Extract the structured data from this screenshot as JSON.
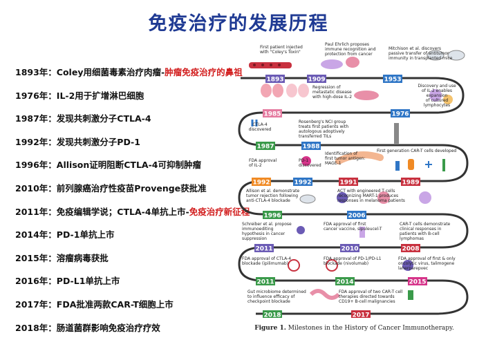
{
  "title": "免疫治疗的发展历程",
  "timeline_list": [
    {
      "text": "1893年：Coley用细菌毒素治疗肉瘤-",
      "highlight": "肿瘤免疫治疗的鼻祖"
    },
    {
      "text": "1976年：IL-2用于扩增淋巴细胞",
      "highlight": ""
    },
    {
      "text": "1987年：发现共刺激分子CTLA-4",
      "highlight": ""
    },
    {
      "text": "1992年：发现共刺激分子PD-1",
      "highlight": ""
    },
    {
      "text": "1996年：Allison证明阻断CTLA-4可抑制肿瘤",
      "highlight": ""
    },
    {
      "text": "2010年：前列腺癌治疗性疫苗Provenge获批准",
      "highlight": ""
    },
    {
      "text": "2011年：免疫编辑学说；CTLA-4单抗上市-",
      "highlight": "免疫治疗新征程"
    },
    {
      "text": "2014年：PD-1单抗上市",
      "highlight": ""
    },
    {
      "text": "2015年：溶瘤病毒获批",
      "highlight": ""
    },
    {
      "text": "2016年：PD-L1单抗上市",
      "highlight": ""
    },
    {
      "text": "2017年：FDA批准两款CAR-T细胞上市",
      "highlight": ""
    },
    {
      "text": "2018年：肠道菌群影响免疫治疗疗效",
      "highlight": ""
    }
  ],
  "figure": {
    "caption_bold": "Figure 1.",
    "caption_rest": "Milestones in the History of Cancer Immunotherapy.",
    "years": [
      "1893",
      "1909",
      "1953",
      "1976",
      "1985",
      "1987",
      "1988",
      "1989",
      "1991",
      "1992",
      "1992",
      "1996",
      "2006",
      "2008",
      "2010",
      "2011",
      "2011",
      "2014",
      "2015",
      "2017",
      "2018"
    ],
    "notes": {
      "n1893": [
        "First patient injected",
        "with \"Coley's Toxin\""
      ],
      "n1909": [
        "Paul Ehrlich proposes",
        "immune recognition and",
        "protection from cancer"
      ],
      "n1953": [
        "Mitchison et al. discovers",
        "passive transfer of antitumor",
        "immunity in transplanted mice"
      ],
      "n1976": [
        "Discovery and use",
        "of IL-2 enables",
        "expansion",
        "of cultured",
        "lymphocytes"
      ],
      "n1985": [
        "Regression of",
        "metastatic disease",
        "with high-dose IL-2"
      ],
      "n1987": [
        "CTLA-4",
        "discovered"
      ],
      "n1988": [
        "Rosenberg's NCI group",
        "treats first patients with",
        "autologous adoptively",
        "transferred TILs"
      ],
      "n1989": [
        "First generation CAR-T cells developed"
      ],
      "n1991": [
        "Identification of",
        "first tumor antigen:",
        "MAGE-1"
      ],
      "n1992a": [
        "FDA approval",
        "of IL-2"
      ],
      "n1992b": [
        "PD-1",
        "discovered"
      ],
      "n1996": [
        "Allison et al. demonstrate",
        "tumor rejection following",
        "anti-CTLA-4 blockade"
      ],
      "n2006": [
        "ACT with engineered T cells",
        "recognizing MART-1 produces",
        "responses in melanoma patients"
      ],
      "n2011a": [
        "Schreiber et al. propose",
        "immunoediting",
        "hypothesis in cancer",
        "suppression"
      ],
      "n2010": [
        "FDA approval of first",
        "cancer vaccine, sipuleucel-T"
      ],
      "n2008": [
        "CAR-T cells demonstrate",
        "clinical responses in",
        "patients with B-cell",
        "lymphomas"
      ],
      "n2011b": [
        "FDA approval of CTLA-4",
        "blockade (ipilimumab)"
      ],
      "n2014": [
        "FDA approval of PD-1/PD-L1",
        "blockade (nivolumab)"
      ],
      "n2015": [
        "FDA approval of first & only",
        "oncolytic virus, talimogene",
        "laherparepvec"
      ],
      "n2018": [
        "Gut microbiome determined",
        "to influence efficacy of",
        "checkpoint blockade"
      ],
      "n2017": [
        "FDA approval of two CAR-T cell",
        "therapies directed towards",
        "CD19+ B-cell malignancies"
      ]
    },
    "colors": {
      "purple": "#6b5bb5",
      "pink": "#e57ba0",
      "green": "#3a9a4a",
      "blue": "#2f76c6",
      "orange": "#f08a24",
      "red": "#c8313f",
      "magenta": "#d6348a",
      "track": "#333333"
    }
  }
}
